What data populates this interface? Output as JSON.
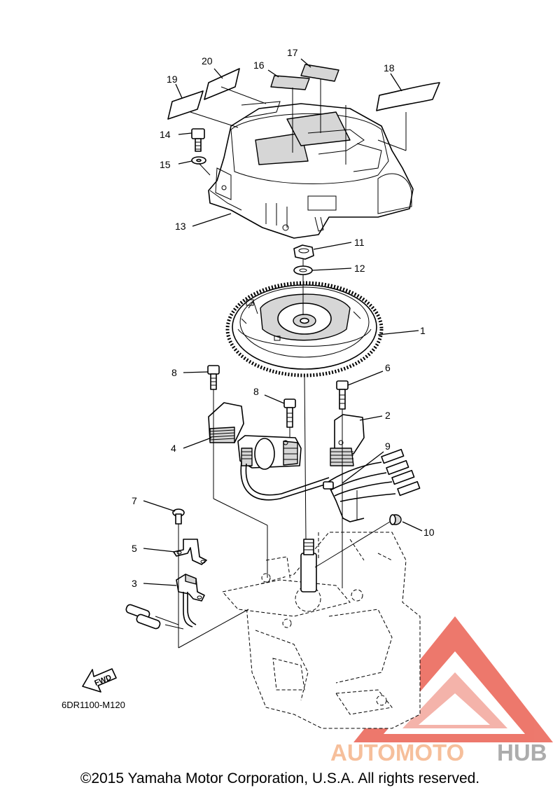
{
  "callouts": {
    "c1": "1",
    "c2": "2",
    "c3": "3",
    "c4": "4",
    "c5": "5",
    "c6": "6",
    "c7": "7",
    "c8a": "8",
    "c8b": "8",
    "c9": "9",
    "c10": "10",
    "c11": "11",
    "c12": "12",
    "c13": "13",
    "c14": "14",
    "c15": "15",
    "c16": "16",
    "c17": "17",
    "c18": "18",
    "c19": "19",
    "c20": "20"
  },
  "fwd_label": "FWD",
  "diagram_code": "6DR1100-M120",
  "watermark": {
    "part1": "AUTOMOTO",
    "part2": "HUB",
    "color_red": "#e74c3c",
    "color_orange": "#f5b48a",
    "color_gray": "#9e9e9e"
  },
  "copyright": "©2015 Yamaha Motor Corporation, U.S.A. All rights reserved."
}
